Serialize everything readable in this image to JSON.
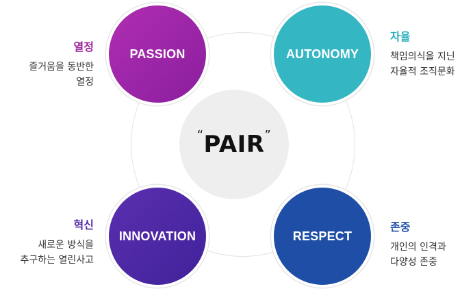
{
  "center": {
    "open_quote": "“",
    "title": "PAIR",
    "close_quote": "”"
  },
  "values": {
    "passion": {
      "circle_label": "PASSION",
      "title": "열정",
      "desc_lines": [
        "즐거움을 동반한",
        "열정"
      ],
      "color": "#9b239f"
    },
    "autonomy": {
      "circle_label": "AUTONOMY",
      "title": "자율",
      "desc_lines": [
        "책임의식을 지닌",
        "자율적 조직문화"
      ],
      "color": "#35b6c3"
    },
    "innovation": {
      "circle_label": "INNOVATION",
      "title": "혁신",
      "desc_lines": [
        "새로운 방식을",
        "추구하는 열린사고"
      ],
      "color": "#4f2aa6"
    },
    "respect": {
      "circle_label": "RESPECT",
      "title": "존중",
      "desc_lines": [
        "개인의 인격과",
        "다양성 존중"
      ],
      "color": "#1e4ea6"
    }
  }
}
